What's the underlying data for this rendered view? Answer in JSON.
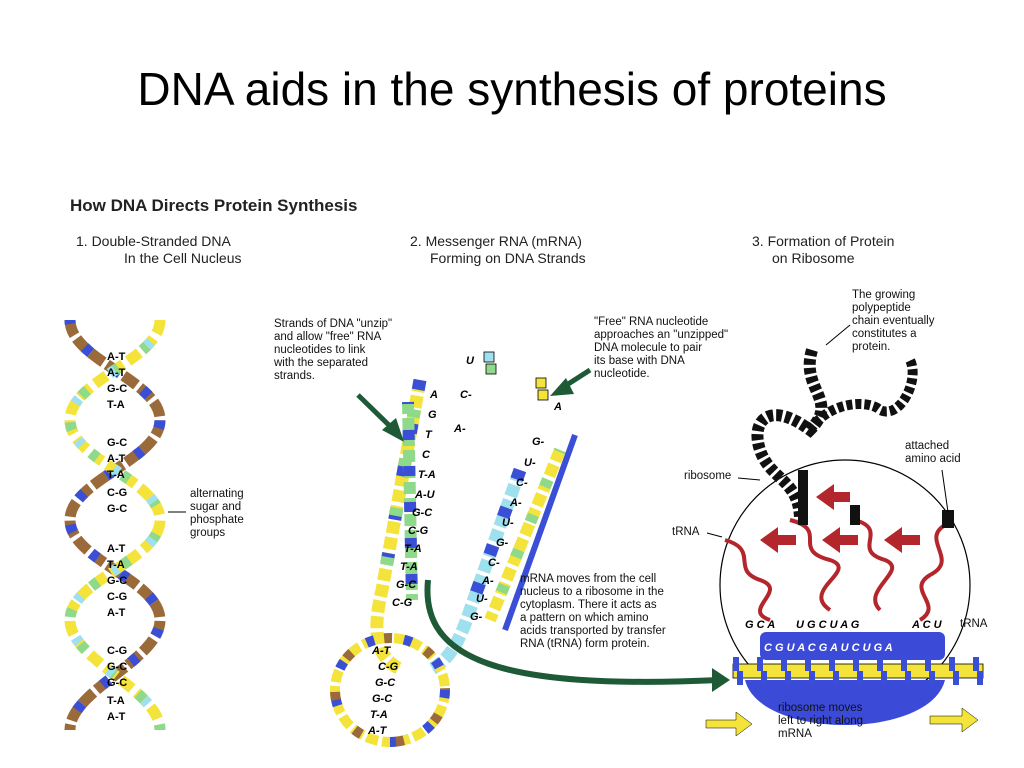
{
  "slide": {
    "title": "DNA aids in the synthesis of proteins"
  },
  "figure": {
    "title": "How DNA Directs Protein Synthesis",
    "panels": [
      {
        "line1": "1. Double-Stranded DNA",
        "line2": "In the Cell Nucleus"
      },
      {
        "line1": "2. Messenger RNA (mRNA)",
        "line2": "Forming on DNA Strands"
      },
      {
        "line1": "3. Formation of Protein",
        "line2": "on Ribosome"
      }
    ],
    "notes": {
      "unzip": [
        "Strands of DNA \"unzip\"",
        "and allow \"free\" RNA",
        "nucleotides to link",
        "with the separated",
        "strands."
      ],
      "free_rna": [
        "\"Free\" RNA nucleotide",
        "approaches an \"unzipped\"",
        "DNA molecule to pair",
        "its base with DNA",
        "nucleotide."
      ],
      "alternating": [
        "alternating",
        "sugar and",
        "phosphate",
        "groups"
      ],
      "mrna_moves": [
        "mRNA moves from the cell",
        "nucleus to a ribosome in the",
        "cytoplasm. There it acts as",
        "a pattern on which amino",
        "acids transported by transfer",
        "RNA (tRNA) form protein."
      ],
      "polypeptide": [
        "The growing",
        "polypeptide",
        "chain eventually",
        "constitutes a",
        "protein."
      ],
      "amino": [
        "attached",
        "amino acid"
      ],
      "ribosome_moves": [
        "ribosome moves",
        "left to right along",
        "mRNA"
      ]
    },
    "labels": {
      "ribosome": "ribosome",
      "trna_left": "tRNA",
      "trna_right": "tRNA"
    },
    "dna_pairs": [
      "A-T",
      "A-T",
      "G-C",
      "T-A",
      "G-C",
      "A-T",
      "T-A",
      "C-G",
      "G-C",
      "A-T",
      "T-A",
      "G-C",
      "C-G",
      "A-T",
      "C-G",
      "G-C",
      "G-C",
      "T-A",
      "A-T"
    ],
    "unzipped_left": [
      "A",
      "G",
      "T",
      "C",
      "T-A",
      "A-U",
      "G-C",
      "C-G",
      "T-A",
      "T-A",
      "G-C",
      "C-G"
    ],
    "unzipped_right": [
      "C-",
      "A-",
      "G-",
      "U-",
      "C-",
      "A-",
      "U-",
      "G-",
      "C-",
      "A-",
      "U-",
      "G-"
    ],
    "free_nucleotides": [
      "U",
      "A"
    ],
    "bottom_helix_pairs": [
      "A-T",
      "C-G",
      "G-C",
      "G-C",
      "T-A",
      "A-T"
    ],
    "anticodons": [
      "G C A",
      "A C U"
    ],
    "codons": "U G C U A G",
    "mrna_strand": "C G U A C G A U C U G A",
    "colors": {
      "dna_yellow": "#f3e33a",
      "dna_blue": "#3a4fd6",
      "dna_lightblue": "#9fe0ee",
      "dna_green": "#8fd98a",
      "dna_brown": "#9a6a3a",
      "trna_red": "#b3262c",
      "arrow_green": "#1f5a37",
      "ribosome_blue": "#3c4ad8",
      "chain_black": "#111111"
    }
  }
}
